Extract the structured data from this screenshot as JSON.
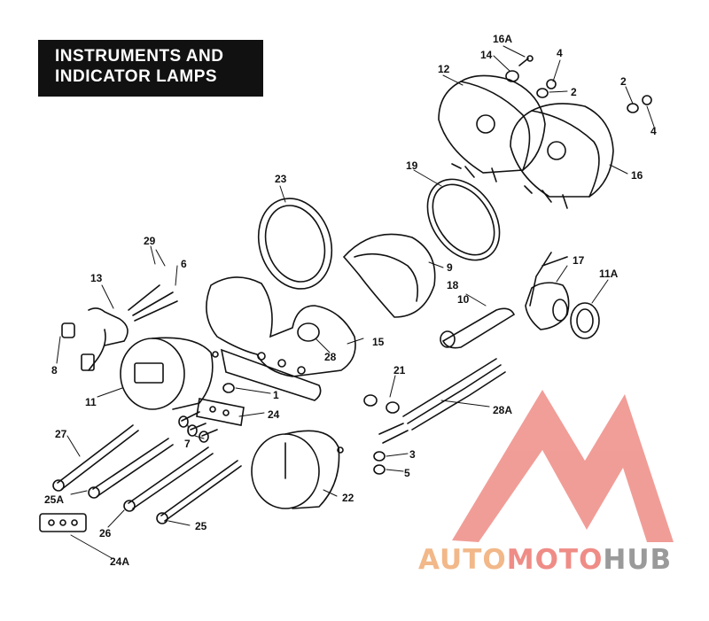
{
  "title": {
    "line1": "INSTRUMENTS AND",
    "line2": "INDICATOR LAMPS"
  },
  "callouts": [
    "16A",
    "14",
    "4",
    "12",
    "2",
    "2",
    "4",
    "16",
    "19",
    "23",
    "17",
    "11A",
    "29",
    "6",
    "13",
    "9",
    "18",
    "10",
    "8",
    "15",
    "28",
    "11",
    "1",
    "24",
    "21",
    "28A",
    "27",
    "7",
    "3",
    "5",
    "25A",
    "22",
    "26",
    "25",
    "24A"
  ],
  "watermark": {
    "part1": "AUTO",
    "part2": "MOTO",
    "part3": "HUB",
    "color1": "#f2b889",
    "color2": "#ef8c86",
    "color3": "#9a9a9a"
  },
  "colors": {
    "ink": "#111111",
    "logo": "#ef8c86"
  }
}
